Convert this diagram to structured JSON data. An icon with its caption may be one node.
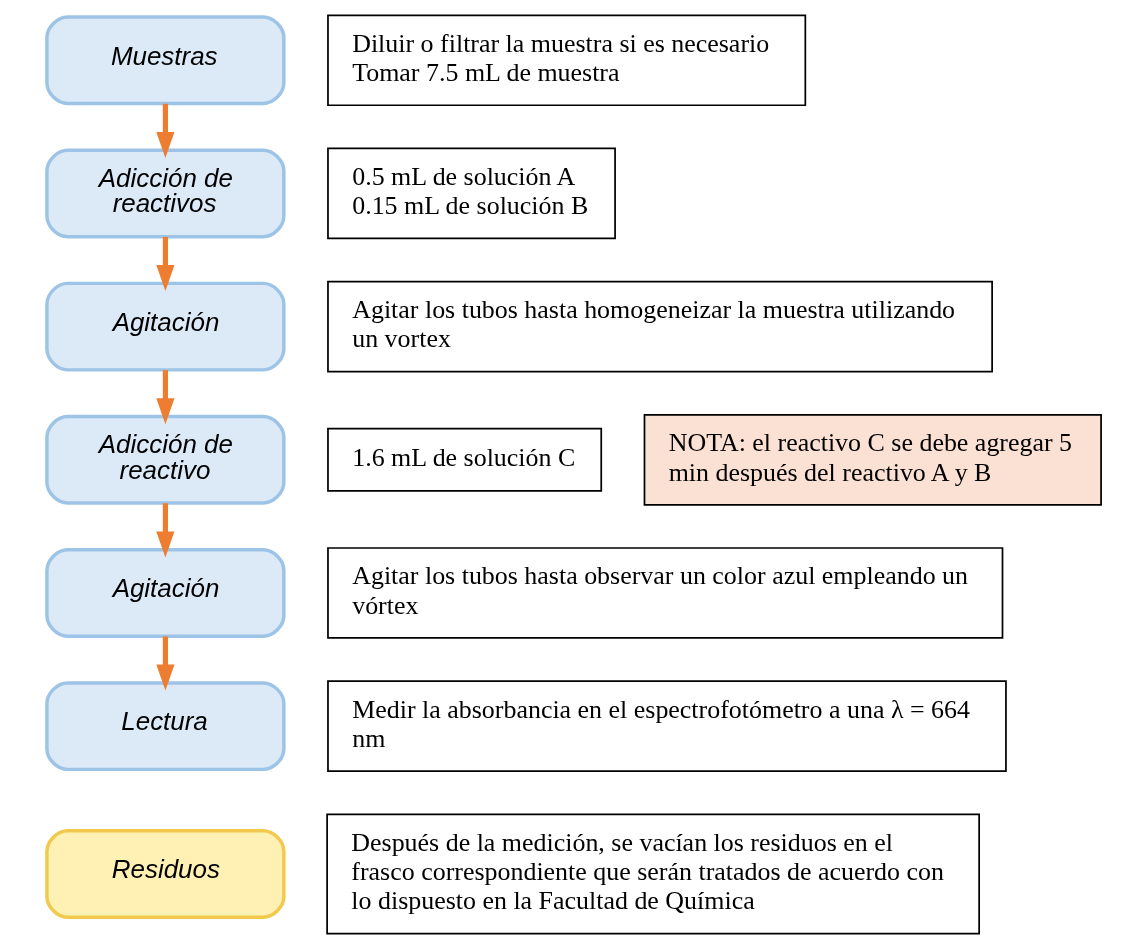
{
  "diagram": {
    "nodes": [
      {
        "text": [
          "Muestras"
        ]
      },
      {
        "text": [
          "Diluir o filtrar la muestra si es necesario",
          "Tomar 7.5 mL de muestra"
        ]
      },
      {
        "text": [
          "Adicción de reactivos"
        ]
      },
      {
        "text": [
          "0.5 mL de solución A",
          "0.15 mL de solución B"
        ]
      },
      {
        "text": [
          "Agitación"
        ]
      },
      {
        "text": [
          "Agitar los tubos hasta homogeneizar la muestra utilizando un vortex"
        ]
      },
      {
        "text": [
          "Adicción de reactivo"
        ]
      },
      {
        "text": [
          "1.6 mL de solución C"
        ]
      },
      {
        "text": [
          "NOTA: el reactivo C se debe agregar 5 min después del reactivo A y B"
        ]
      },
      {
        "text": [
          "Agitación"
        ]
      },
      {
        "text": [
          "Agitar los tubos hasta observar un color azul empleando un vórtex"
        ]
      },
      {
        "text": [
          "Lectura"
        ]
      },
      {
        "text": [
          "Medir la absorbancia en el espectrofotómetro a una λ = 664 nm"
        ]
      },
      {
        "text": [
          "Residuos"
        ]
      },
      {
        "text": [
          "Después de la medición, se vacían los residuos en el frasco correspondiente que serán tratados de acuerdo con lo dispuesto en la Facultad de Química"
        ]
      }
    ],
    "edges": [
      {
        "from": 0,
        "to": 2,
        "arrow": "to"
      },
      {
        "from": 2,
        "to": 4,
        "arrow": "to"
      },
      {
        "from": 4,
        "to": 6,
        "arrow": "to"
      },
      {
        "from": 6,
        "to": 9,
        "arrow": "to"
      },
      {
        "from": 9,
        "to": 11,
        "arrow": "to"
      }
    ]
  }
}
